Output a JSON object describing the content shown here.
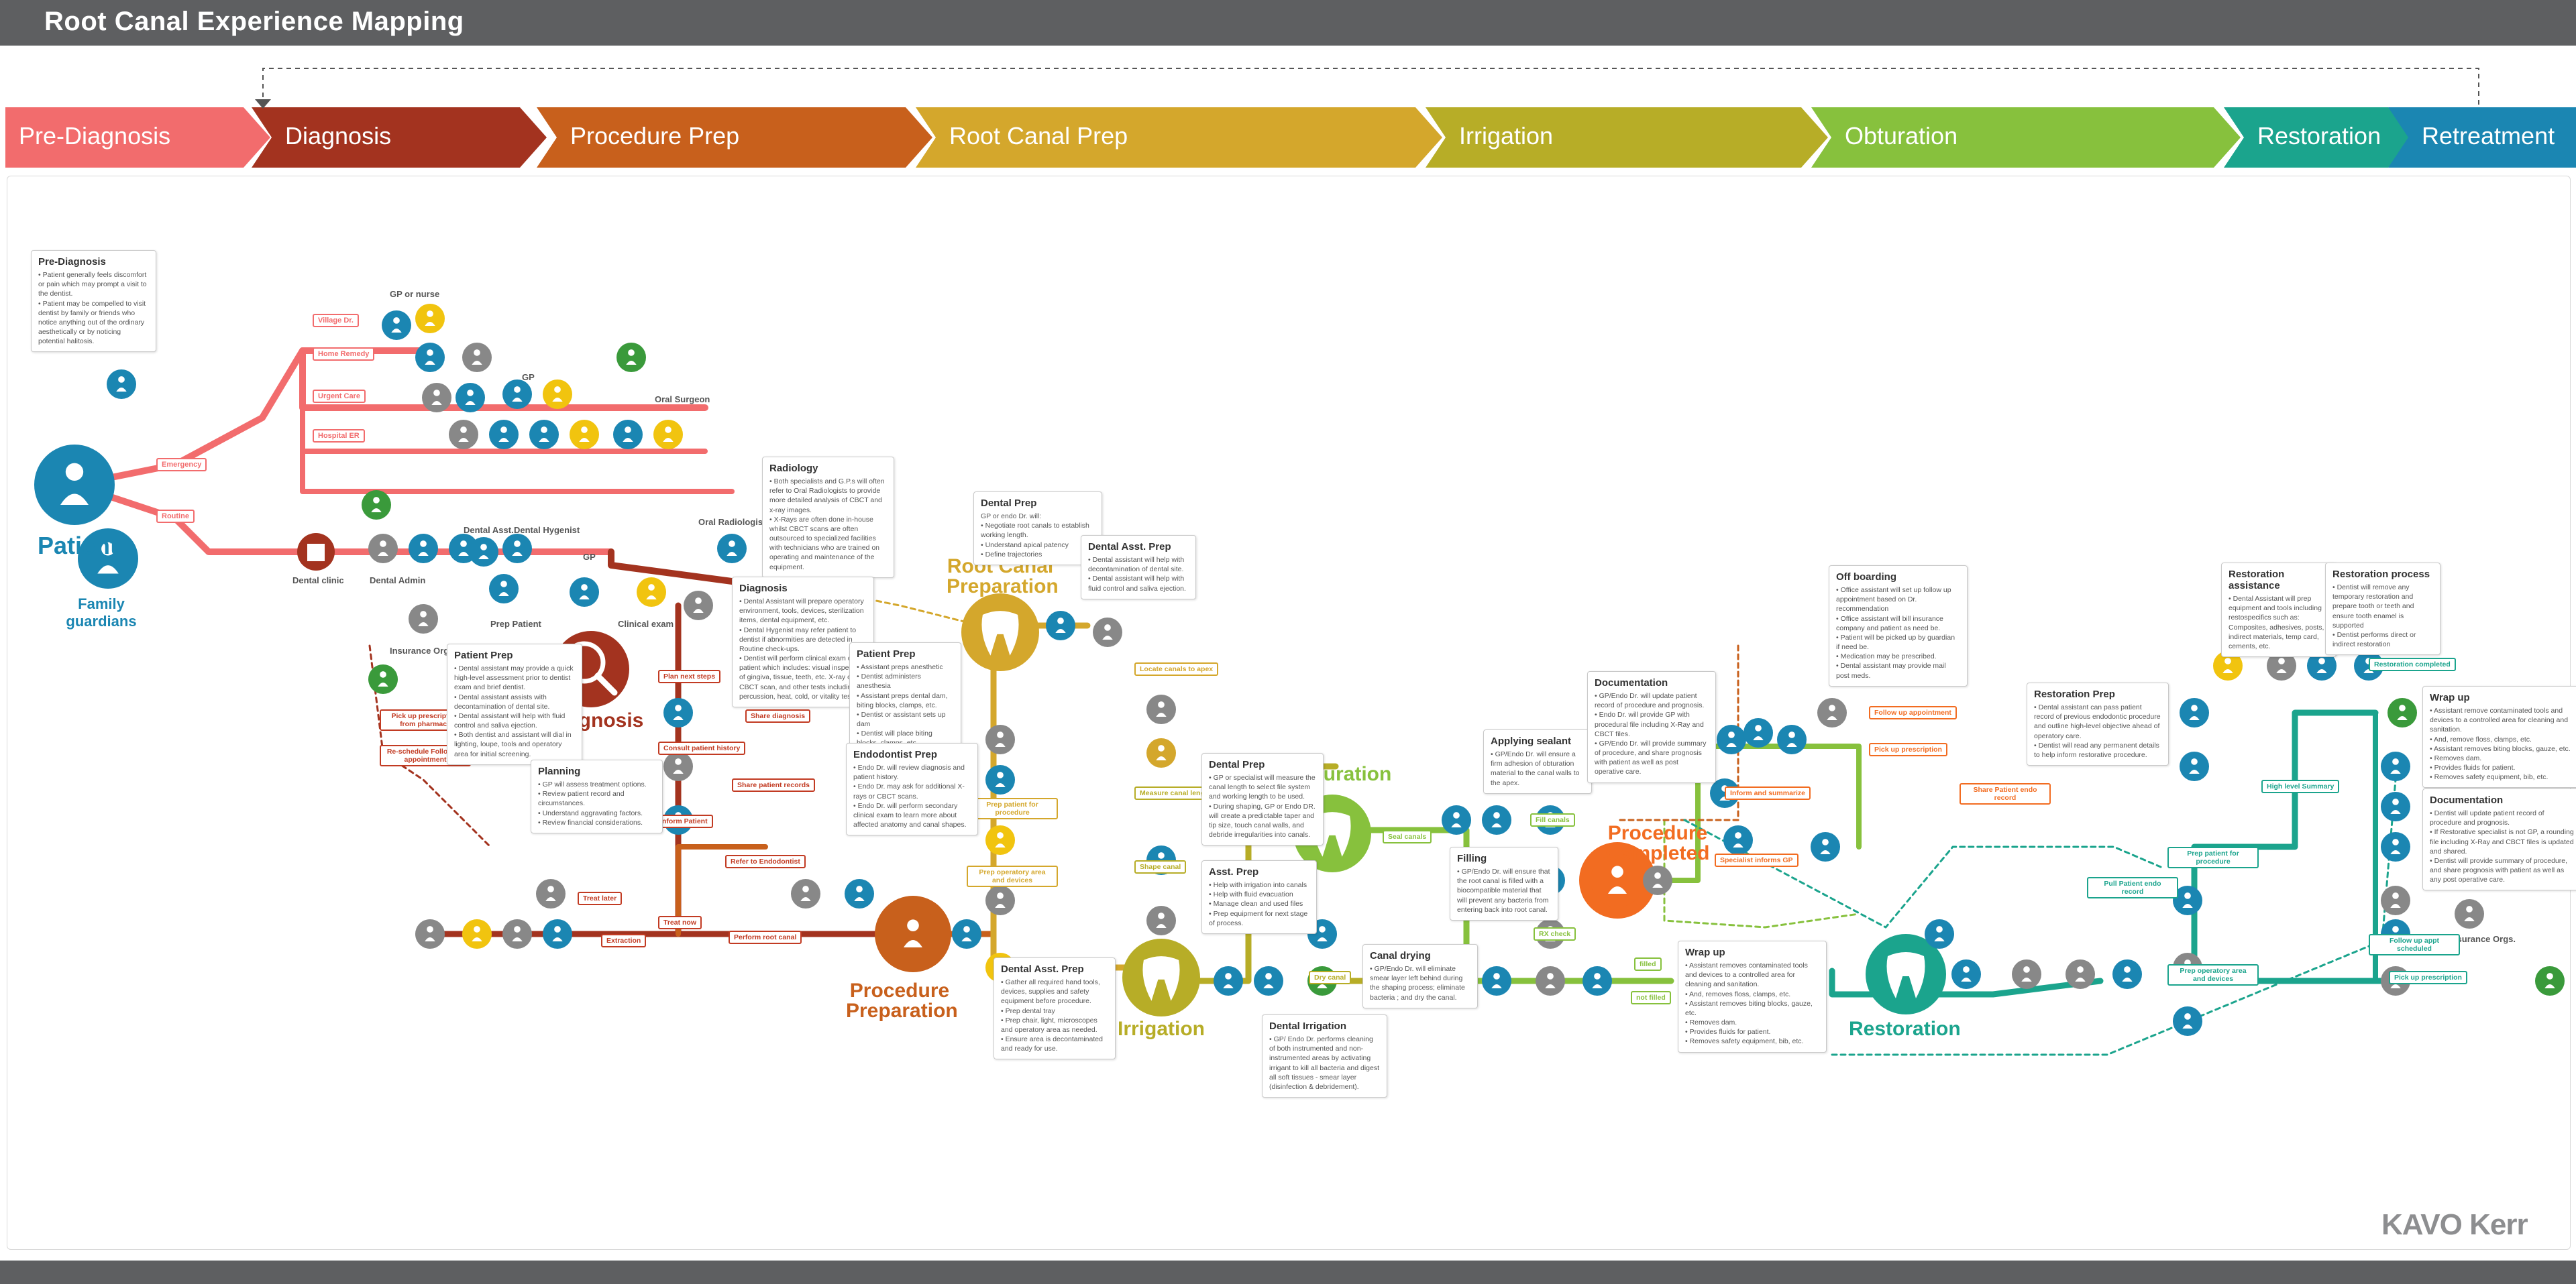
{
  "title": "Root Canal Experience Mapping",
  "colors": {
    "header": "#5e5f61",
    "pre_diagnosis": "#f26c6d",
    "diagnosis": "#a3331f",
    "procedure_prep": "#c8601c",
    "root_canal_prep": "#d4a72c",
    "irrigation": "#b7ad27",
    "obturation": "#87c13d",
    "restoration": "#1ba48d",
    "retreatment": "#1b86b2"
  },
  "stages": [
    {
      "label": "Pre-Diagnosis",
      "color": "#f26c6d"
    },
    {
      "label": "Diagnosis",
      "color": "#a3331f"
    },
    {
      "label": "Procedure Prep",
      "color": "#c8601c"
    },
    {
      "label": "Root Canal Prep",
      "color": "#d4a72c"
    },
    {
      "label": "Irrigation",
      "color": "#b7ad27"
    },
    {
      "label": "Obturation",
      "color": "#87c13d"
    },
    {
      "label": "Restoration",
      "color": "#1ba48d"
    },
    {
      "label": "Retreatment",
      "color": "#1b86b2"
    }
  ],
  "milestones": [
    {
      "label": "Patient",
      "color": "#1b86b2"
    },
    {
      "label": "Family guardians",
      "color": "#1b86b2"
    },
    {
      "label": "Diagnosis",
      "color": "#a3331f"
    },
    {
      "label": "Procedure Preparation",
      "color": "#c8601c"
    },
    {
      "label": "Root Canal Preparation",
      "color": "#d4a72c"
    },
    {
      "label": "Irrigation",
      "color": "#b7ad27"
    },
    {
      "label": "Obturation",
      "color": "#87c13d"
    },
    {
      "label": "Procedure Completed",
      "color": "#f26c21"
    },
    {
      "label": "Restoration",
      "color": "#1ba48d"
    }
  ],
  "actors": {
    "gp_or_nurse": "GP or nurse",
    "gp": "GP",
    "oral_surgeon": "Oral Surgeon",
    "dental_asst": "Dental Asst.",
    "dental_hygenist": "Dental Hygenist",
    "oral_radiologist": "Oral Radiologist",
    "dental_clinic": "Dental clinic",
    "dental_admin": "Dental Admin",
    "insurance_orgs": "Insurance Orgs.",
    "prep_patient": "Prep Patient",
    "clinical_exam": "Clinical exam",
    "gp_diag": "GP"
  },
  "pre_tags": {
    "village_dr": "Village Dr.",
    "home_remedy": "Home Remedy",
    "urgent_care": "Urgent Care",
    "hospital_er": "Hospital ER",
    "emergency": "Emergency",
    "routine": "Routine"
  },
  "tags": [
    {
      "text": "Plan next steps",
      "color": "#c23b23"
    },
    {
      "text": "Share diagnosis",
      "color": "#c23b23"
    },
    {
      "text": "Consult patient history",
      "color": "#c23b23"
    },
    {
      "text": "Share patient records",
      "color": "#c23b23"
    },
    {
      "text": "Inform Patient",
      "color": "#c23b23"
    },
    {
      "text": "Refer to Endodontist",
      "color": "#c23b23"
    },
    {
      "text": "Treat later",
      "color": "#c23b23"
    },
    {
      "text": "Treat now",
      "color": "#c23b23"
    },
    {
      "text": "Extraction",
      "color": "#c23b23"
    },
    {
      "text": "Perform root canal",
      "color": "#c23b23"
    },
    {
      "text": "Pick up prescription from pharmacy",
      "color": "#c23b23"
    },
    {
      "text": "Re-schedule Follow up appointment",
      "color": "#c23b23"
    },
    {
      "text": "Prep patient for procedure",
      "color": "#d4a72c"
    },
    {
      "text": "Prep operatory area and devices",
      "color": "#d4a72c"
    },
    {
      "text": "Locate canals to apex",
      "color": "#d4a72c"
    },
    {
      "text": "Measure canal length",
      "color": "#b7ad27"
    },
    {
      "text": "Shape canal",
      "color": "#b7ad27"
    },
    {
      "text": "Dry canal",
      "color": "#b7ad27"
    },
    {
      "text": "Seal canals",
      "color": "#87c13d"
    },
    {
      "text": "Fill canals",
      "color": "#87c13d"
    },
    {
      "text": "RX check",
      "color": "#87c13d"
    },
    {
      "text": "filled",
      "color": "#87c13d"
    },
    {
      "text": "not filled",
      "color": "#87c13d"
    },
    {
      "text": "Specialist informs GP",
      "color": "#f26c21"
    },
    {
      "text": "Inform and summarize",
      "color": "#f26c21"
    },
    {
      "text": "Follow up appointment",
      "color": "#f26c21"
    },
    {
      "text": "Pick up prescription",
      "color": "#f26c21"
    },
    {
      "text": "Share Patient endo record",
      "color": "#f26c21"
    },
    {
      "text": "Pull Patient endo record",
      "color": "#1ba48d"
    },
    {
      "text": "Prep patient for procedure",
      "color": "#1ba48d"
    },
    {
      "text": "Prep operatory area and devices",
      "color": "#1ba48d"
    },
    {
      "text": "High level Summary",
      "color": "#1ba48d"
    },
    {
      "text": "Restoration completed",
      "color": "#1ba48d"
    },
    {
      "text": "Follow up appt scheduled",
      "color": "#1ba48d"
    },
    {
      "text": "Pick up prescription",
      "color": "#1ba48d"
    }
  ],
  "cards": [
    {
      "title": "Pre-Diagnosis",
      "body": "• Patient generally feels discomfort or pain which may prompt a visit to the dentist.\n• Patient may be compelled to visit dentist by family or friends who notice anything out of the ordinary aesthetically or by noticing potential halitosis."
    },
    {
      "title": "Radiology",
      "body": "• Both specialists and G.P.s will often refer to Oral Radiologists to provide more detailed analysis of CBCT and x-ray images.\n• X-Rays are often done in-house whilst CBCT scans are often outsourced to specialized facilities with technicians who are trained on operating and maintenance of the equipment."
    },
    {
      "title": "Diagnosis",
      "body": "• Dental Assistant will prepare operatory environment, tools, devices, sterilization items, dental equipment, etc.\n• Dental Hygenist may refer patient to dentist if abnormities are detected in Routine check-ups.\n• Dentist will perform clinical exam on patient which includes: visual inspection of gingiva, tissue, teeth, etc. X-ray or CBCT scan, and other tests including percussion, heat, cold, or vitality testing."
    },
    {
      "title": "Patient Prep",
      "body": "• Dental assistant may provide a quick high-level assessment prior to dentist exam and brief dentist.\n• Dental assistant assists with decontamination of dental site.\n• Dental assistant will help with fluid control and saliva ejection.\n• Both dentist and assistant will dial in lighting, loupe, tools and operatory area for initial screening."
    },
    {
      "title": "Planning",
      "body": "• GP will assess treatment options.\n• Review patient record and circumstances.\n• Understand aggravating factors.\n• Review financial considerations."
    },
    {
      "title": "Dental Prep",
      "body": "GP or endo Dr. will:\n• Negotiate root canals to establish working length.\n• Understand apical patency\n• Define trajectories"
    },
    {
      "title": "Dental Asst. Prep",
      "body": "• Dental assistant will help with decontamination of dental site.\n• Dental assistant will help with fluid control and saliva ejection."
    },
    {
      "title": "Patient Prep",
      "body": "• Assistant preps anesthetic\n• Dentist administers anesthesia\n• Assistant preps dental dam, biting blocks, clamps, etc.\n• Dentist or assistant sets up dam\n• Dentist will place biting blocks, clamps, etc."
    },
    {
      "title": "Endodontist Prep",
      "body": "• Endo Dr. will review diagnosis and patient history.\n• Endo Dr. may ask for additional X-rays or CBCT scans.\n• Endo Dr. will perform secondary clinical exam to learn more about affected anatomy and canal shapes."
    },
    {
      "title": "Dental Asst. Prep",
      "body": "• Gather all required hand tools, devices, supplies and safety equipment before procedure.\n• Prep dental tray\n• Prep chair, light, microscopes and operatory area as needed.\n• Ensure area is decontaminated and ready for use."
    },
    {
      "title": "Dental Prep",
      "body": "• GP or specialist will measure the canal length to select file system and working length to be used.\n• During shaping, GP or Endo DR. will create a predictable taper and tip size, touch canal walls, and debride irregularities into canals."
    },
    {
      "title": "Asst. Prep",
      "body": "• Help with irrigation into canals\n• Help with fluid evacuation\n• Manage clean and used files\n• Prep equipment for next stage of process."
    },
    {
      "title": "Dental Irrigation",
      "body": "• GP/ Endo Dr. performs cleaning of both instrumented and non-instrumented areas by activating irrigant to kill all bacteria and digest all soft tissues - smear layer (disinfection & debridement)."
    },
    {
      "title": "Canal drying",
      "body": "• GP/Endo Dr. will eliminate smear layer left behind during the shaping process; eliminate bacteria ; and dry the canal."
    },
    {
      "title": "Applying sealant",
      "body": "• GP/Endo Dr. will ensure a firm adhesion of obturation material to the canal walls to the apex."
    },
    {
      "title": "Filling",
      "body": "• GP/Endo Dr. will ensure that the root canal is filled with a biocompatible material that will prevent any bacteria from entering back into root canal."
    },
    {
      "title": "Documentation",
      "body": "• GP/Endo Dr. will update patient record of procedure and prognosis.\n• Endo Dr. will provide GP with procedural file including X-Ray and CBCT files.\n• GP/Endo Dr. will provide summary of procedure, and share prognosis with patient as well as post operative care."
    },
    {
      "title": "Wrap up",
      "body": "• Assistant removes contaminated tools and devices to a controlled area for cleaning and sanitation.\n• And, removes floss, clamps, etc.\n• Assistant removes biting blocks, gauze, etc.\n• Removes dam.\n• Provides fluids for patient.\n• Removes safety equipment, bib, etc."
    },
    {
      "title": "Off boarding",
      "body": "• Office assistant will set up follow up appointment based on Dr. recommendation\n• Office assistant will bill insurance company and patient as need be.\n• Patient will be picked up by guardian if need be.\n• Medication may be prescribed.\n• Dental assistant may provide mail post meds."
    },
    {
      "title": "Restoration Prep",
      "body": "• Dental assistant can pass patient record of previous endodontic procedure and outline high-level objective ahead of operatory care.\n• Dentist will read any permanent details to help inform restorative procedure."
    },
    {
      "title": "Restoration assistance",
      "body": "• Dental Assistant will prep equipment and tools including restospecifics such as: Composites, adhesives, posts, indirect materials, temp card, cements, etc."
    },
    {
      "title": "Restoration process",
      "body": "• Dentist will remove any temporary restoration and prepare tooth or teeth and ensure tooth enamel is supported\n• Dentist performs direct or indirect restoration"
    },
    {
      "title": "Wrap up",
      "body": "• Assistant remove contaminated tools and devices to a controlled area for cleaning and sanitation.\n• And, remove floss, clamps, etc.\n• Assistant removes biting blocks, gauze, etc.\n• Removes dam.\n• Provides fluids for patient.\n• Removes safety equipment, bib, etc."
    },
    {
      "title": "Documentation",
      "body": "• Dentist will update patient record of procedure and prognosis.\n• If Restorative specialist is not GP, a rounding file including X-Ray and CBCT files is updated and shared.\n• Dentist will provide summary of procedure, and share prognosis with patient as well as any post operative care."
    }
  ],
  "retreat_insurance": "Insurance Orgs.",
  "logo": "KAVO Kerr"
}
